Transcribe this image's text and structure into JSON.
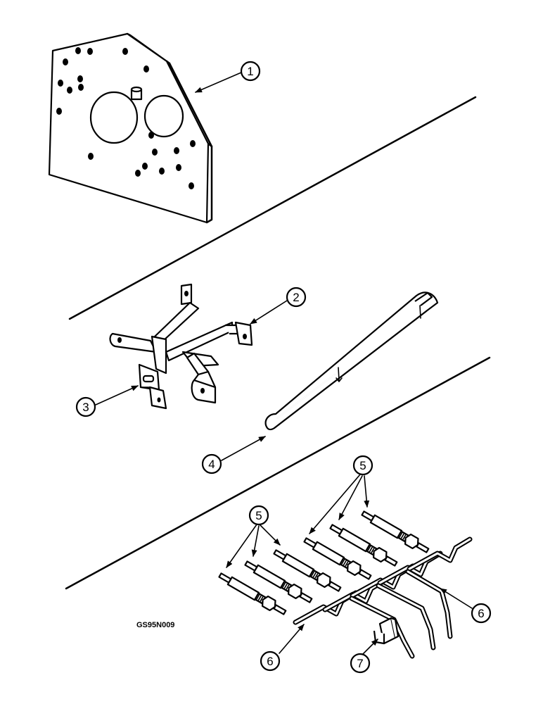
{
  "figure_code": "GS95N009",
  "callouts": [
    {
      "label": "1"
    },
    {
      "label": "2"
    },
    {
      "label": "3"
    },
    {
      "label": "4"
    },
    {
      "label": "5"
    },
    {
      "label": "5"
    },
    {
      "label": "6"
    },
    {
      "label": "6"
    },
    {
      "label": "7"
    }
  ]
}
